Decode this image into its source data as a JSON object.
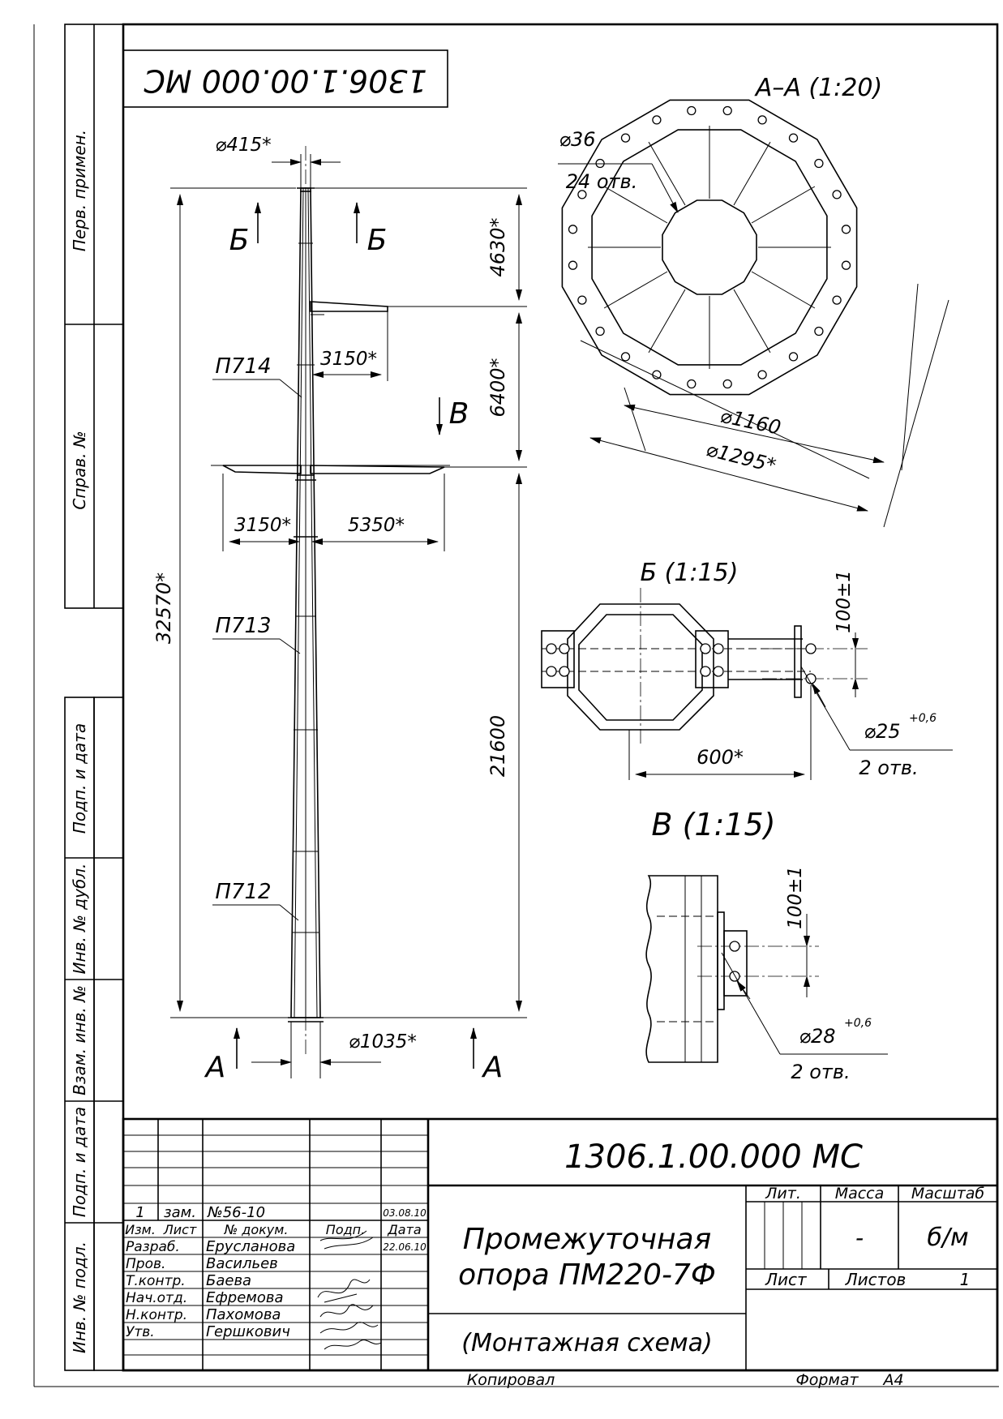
{
  "top_stamp": "1306.1.00.000 МС",
  "side_columns": {
    "perv_primen": "Перв. примен.",
    "sprav_no": "Справ. №",
    "podp_data_1": "Подп. и дата",
    "inv_dubl": "Инв. № дубл.",
    "vzam_inv": "Взам. инв. №",
    "podp_data_2": "Подп. и дата",
    "inv_podl": "Инв. № подл."
  },
  "main_view": {
    "top_diameter": "⌀415*",
    "bottom_diameter": "⌀1035*",
    "dim_total": "32570*",
    "dim_top": "4630*",
    "dim_mid": "6400*",
    "dim_bottom": "21600",
    "upper_arm": "3150*",
    "lower_arm_left": "3150*",
    "lower_arm_right": "5350*",
    "section_b": "Б",
    "section_v": "В",
    "section_a": "А",
    "sections": [
      "П714",
      "П713",
      "П712"
    ]
  },
  "view_aa": {
    "title": "А–А (1:20)",
    "hole_dia": "⌀36",
    "hole_count": "24 отв.",
    "inner_dia": "⌀1160",
    "outer_dia": "⌀1295*"
  },
  "view_b": {
    "title": "Б (1:15)",
    "dim_100": "100±1",
    "hole_dia": "⌀25",
    "tolerance": "+0,6",
    "hole_count": "2 отв.",
    "width": "600*"
  },
  "view_v": {
    "title": "В (1:15)",
    "dim_100": "100±1",
    "hole_dia": "⌀28",
    "tolerance": "+0,6",
    "hole_count": "2 отв."
  },
  "title_block": {
    "code": "1306.1.00.000 МС",
    "name_line1": "Промежуточная",
    "name_line2": "опора ПМ220-7Ф",
    "subtitle": "(Монтажная схема)",
    "lit_label": "Лит.",
    "mass_label": "Масса",
    "scale_label": "Масштаб",
    "mass_value": "-",
    "scale_value": "б/м",
    "sheet_label": "Лист",
    "sheets_label": "Листов",
    "sheets_value": "1",
    "change_row": [
      "1",
      "зам.",
      "№56-10",
      "",
      "03.08.10"
    ],
    "header_row": [
      "Изм.",
      "Лист",
      "№ докум.",
      "Подп.",
      "Дата"
    ],
    "people": [
      {
        "role": "Разраб.",
        "name": "Ерусланова",
        "date": "22.06.10"
      },
      {
        "role": "Пров.",
        "name": "Васильев",
        "date": ""
      },
      {
        "role": "Т.контр.",
        "name": "Баева",
        "date": ""
      },
      {
        "role": "Нач.отд.",
        "name": "Ефремова",
        "date": ""
      },
      {
        "role": "Н.контр.",
        "name": "Пахомова",
        "date": ""
      },
      {
        "role": "Утв.",
        "name": "Гершкович",
        "date": ""
      }
    ],
    "copied": "Копировал",
    "format_label": "Формат",
    "format_value": "А4"
  }
}
